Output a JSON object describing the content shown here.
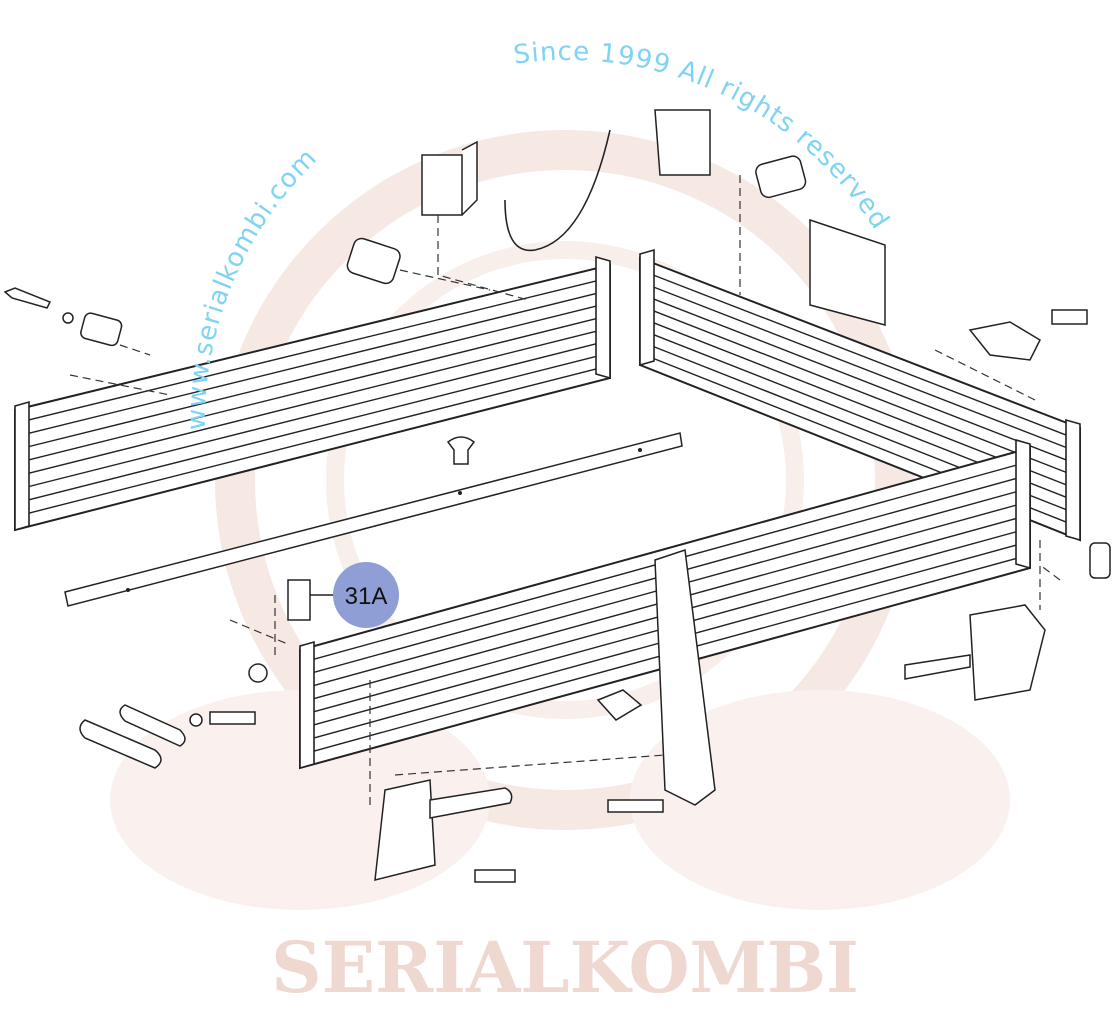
{
  "diagram": {
    "callouts": [
      {
        "label": "31A",
        "color": "#8f9fd6"
      }
    ],
    "watermark": {
      "url": "www.serialkombi.com",
      "notice": "Since 1999 All rights reserved",
      "logo_text": "SERIALKOMBI",
      "color": "#7fd3f3"
    }
  }
}
